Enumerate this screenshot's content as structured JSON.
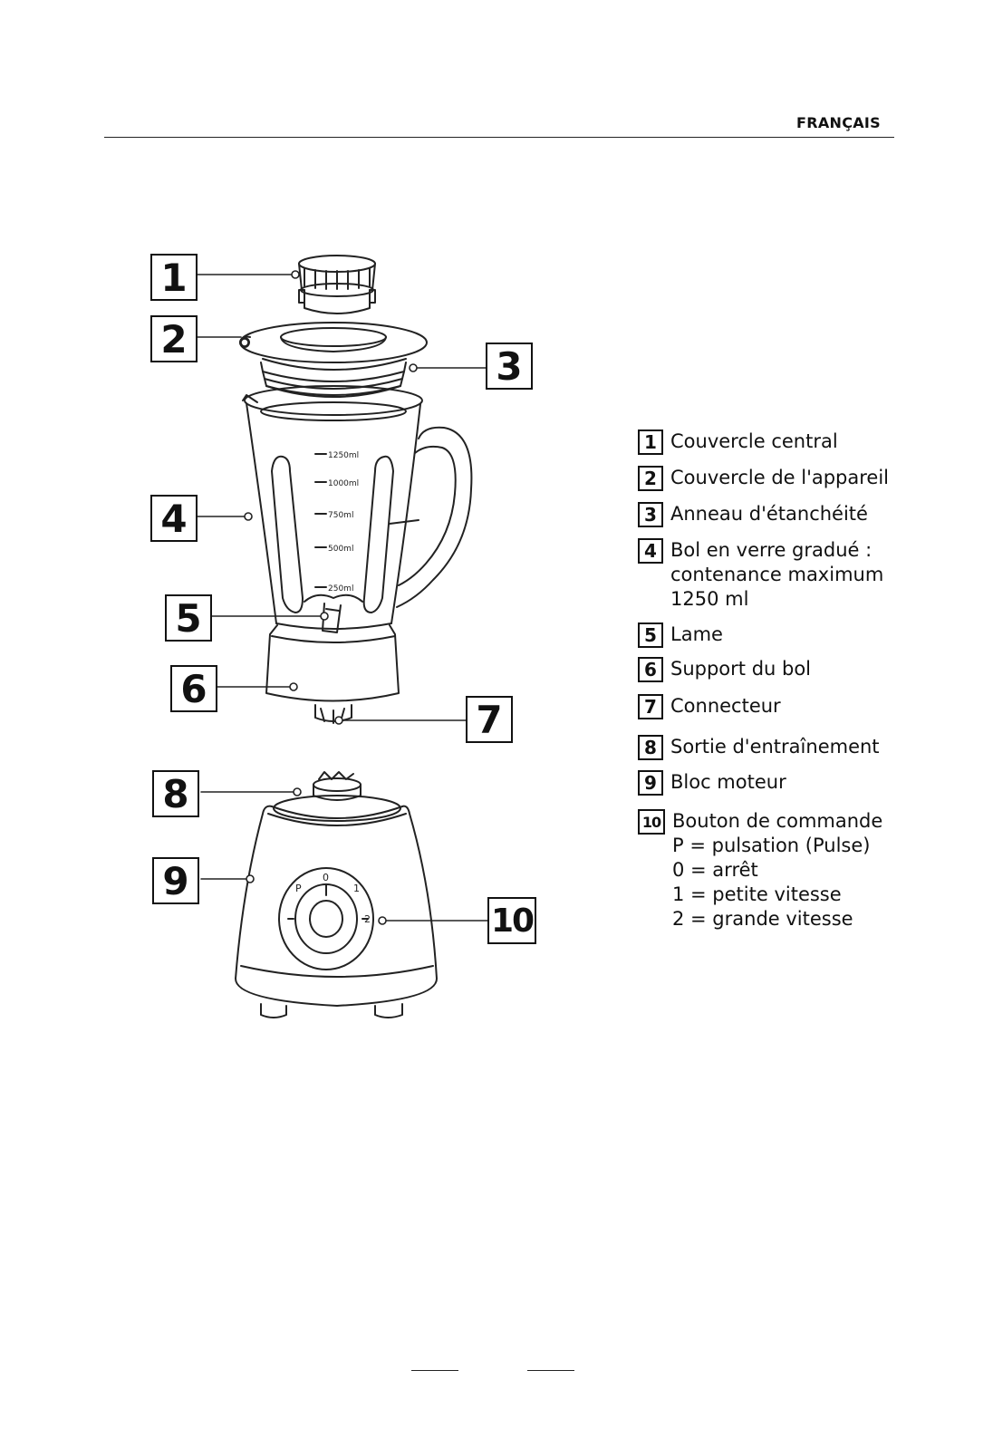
{
  "header": {
    "language": "FRANÇAIS"
  },
  "callouts": [
    "1",
    "2",
    "3",
    "4",
    "5",
    "6",
    "7",
    "8",
    "9",
    "10"
  ],
  "jug_markings": [
    "1250ml",
    "1000ml",
    "750ml",
    "500ml",
    "250ml"
  ],
  "dial_markings": [
    "P",
    "0",
    "1",
    "2"
  ],
  "legend": [
    {
      "num": "1",
      "label": "Couvercle central"
    },
    {
      "num": "2",
      "label": "Couvercle de l'appareil"
    },
    {
      "num": "3",
      "label": "Anneau d'étanchéité"
    },
    {
      "num": "4",
      "label": "Bol en verre gradué :",
      "sub": [
        "contenance maximum",
        "1250 ml"
      ]
    },
    {
      "num": "5",
      "label": "Lame"
    },
    {
      "num": "6",
      "label": "Support du bol"
    },
    {
      "num": "7",
      "label": "Connecteur"
    },
    {
      "num": "8",
      "label": "Sortie d'entraînement"
    },
    {
      "num": "9",
      "label": "Bloc moteur"
    },
    {
      "num": "10",
      "label": "Bouton de commande",
      "sub": [
        "P = pulsation (Pulse)",
        "0 = arrêt",
        "1 = petite vitesse",
        "2 = grande vitesse"
      ]
    }
  ]
}
